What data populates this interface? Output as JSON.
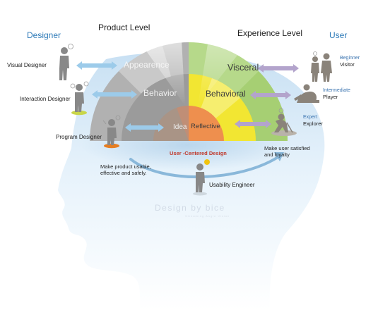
{
  "headers": {
    "designer": "Designer",
    "product_level": "Product Level",
    "experience_level": "Experience Level",
    "user": "User"
  },
  "product_layers": {
    "appearance": "Appearence",
    "behavior": "Behavior",
    "idea": "Idea"
  },
  "experience_layers": {
    "visceral": "Visceral",
    "behavioral": "Behavioral",
    "reflective": "Reflective"
  },
  "designers": {
    "visual": "Visual Designer",
    "interaction": "Interaction Designer",
    "program": "Program Designer"
  },
  "users": {
    "beginner_title": "Beginner",
    "beginner_name": "Visitor",
    "intermediate_title": "Intermediate",
    "intermediate_name": "Player",
    "expert_title": "Expert",
    "expert_name": "Explorer"
  },
  "center": {
    "ucd": "User -Centered Design",
    "engineer": "Usability Engineer",
    "left_note": [
      "Make product usable,",
      "effective and safely."
    ],
    "right_note": [
      "Make user satisfied",
      "and loyalty"
    ]
  },
  "watermark": {
    "main": "Design by bice",
    "sub": "Streaming Angle Vision"
  },
  "colors": {
    "designer_blue": "#2d7ab8",
    "ucd_red": "#c0392b",
    "arrow_blue": "#9ccbea",
    "arrow_purple": "#b3a4cc",
    "figure_gray": "#888888",
    "user_figure": "#8a837a",
    "green_outer": "#b6d98a",
    "yellow_mid": "#f2e632",
    "orange_core": "#ee8f4e",
    "gray_outer": "#b1b1b1",
    "gray_mid": "#9a9a9a",
    "head_fill": "#e3f0fa"
  }
}
